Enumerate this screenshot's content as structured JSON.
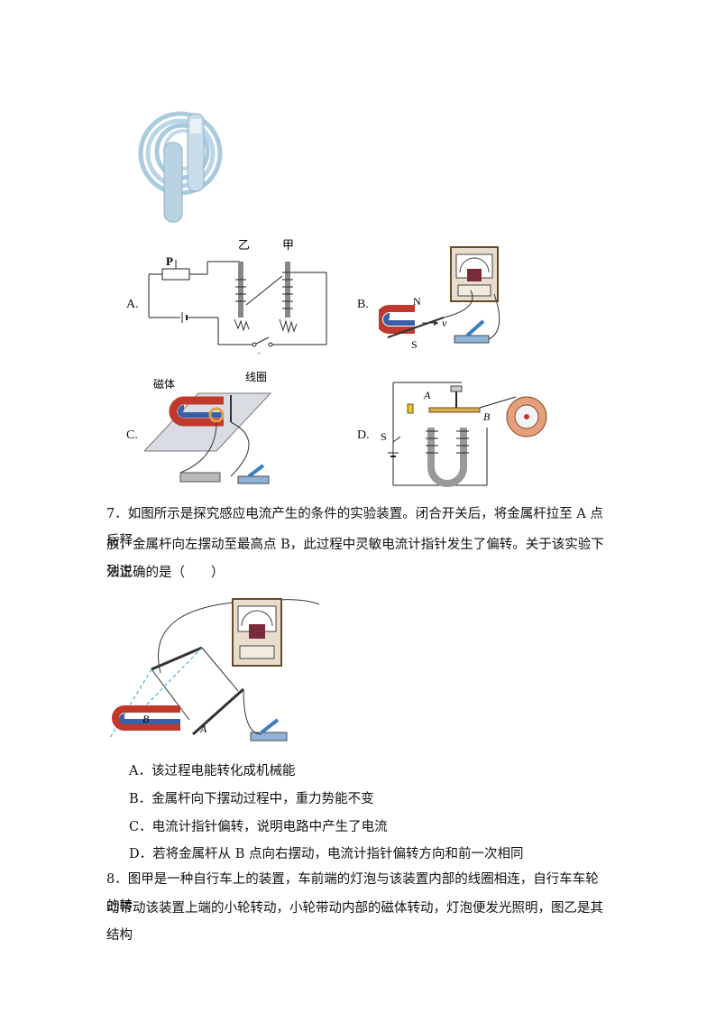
{
  "figures": {
    "option_a": {
      "label": "A.",
      "p_label": "P",
      "core_left_label": "乙",
      "core_right_label": "甲",
      "switch_label": "S"
    },
    "option_b": {
      "label": "B.",
      "n_label": "N",
      "s_label": "S",
      "v_label": "v"
    },
    "option_c": {
      "label": "C.",
      "magnet_label": "磁体",
      "coil_label": "线圈"
    },
    "option_d": {
      "label": "D.",
      "s_label": "S",
      "a_label": "A",
      "b_label": "B"
    },
    "q7_figure": {
      "b_label": "B",
      "a_label": "A"
    }
  },
  "question7": {
    "stem_line1": "7．如图所示是探究感应电流产生的条件的实验装置。闭合开关后，将金属杆拉至 A 点后释",
    "stem_line2": "放，金属杆向左摆动至最高点 B，此过程中灵敏电流计指针发生了偏转。关于该实验下列说",
    "stem_line3": "法正确的是（　　）",
    "choices": [
      "A．该过程电能转化成机械能",
      "B．金属杆向下摆动过程中，重力势能不变",
      "C．电流计指针偏转，说明电路中产生了电流",
      "D．若将金属杆从 B 点向右摆动，电流计指针偏转方向和前一次相同"
    ]
  },
  "question8": {
    "stem_line1": "8．图甲是一种自行车上的装置，车前端的灯泡与该装置内部的线圈相连，自行车车轮的转",
    "stem_line2": "动带动该装置上端的小轮转动，小轮带动内部的磁体转动，灯泡便发光照明，图乙是其结构"
  }
}
